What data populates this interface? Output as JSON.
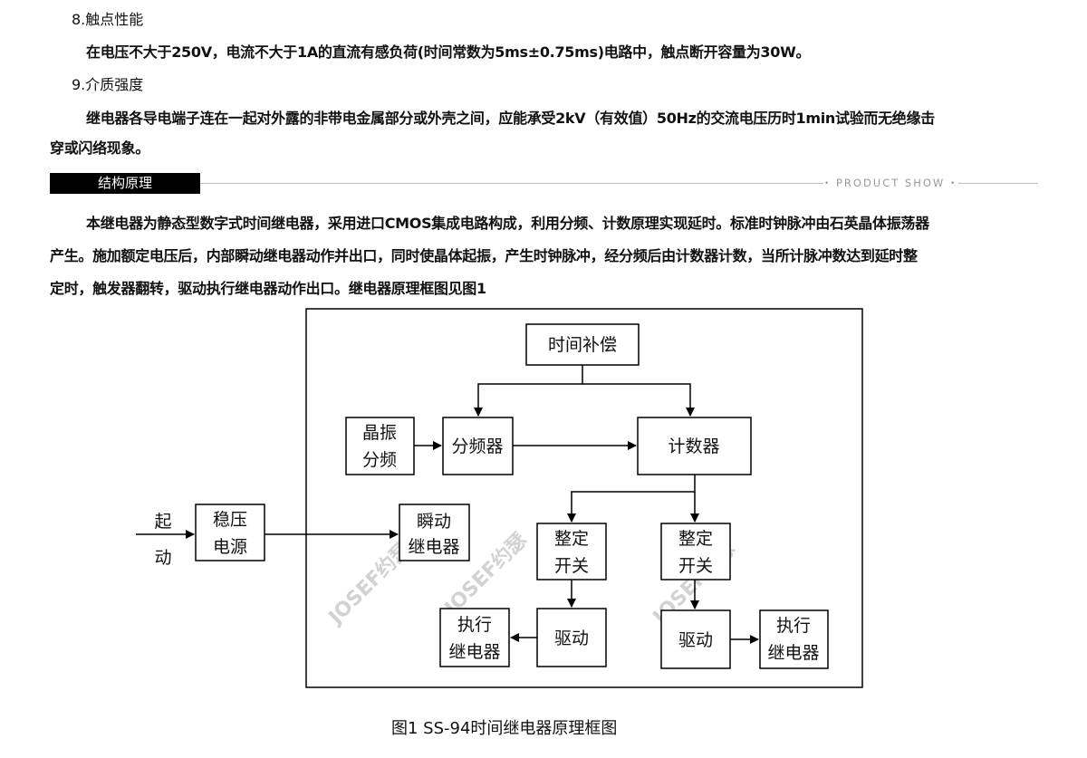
{
  "sections": {
    "s8": {
      "heading": "8.触点性能",
      "text": "在电压不大于250V，电流不大于1A的直流有感负荷(时间常数为5ms±0.75ms)电路中，触点断开容量为30W。"
    },
    "s9": {
      "heading": "9.介质强度",
      "line1": "继电器各导电端子连在一起对外露的非带电金属部分或外壳之间，应能承受2kV（有效值）50Hz的交流电压历时1min试验而无绝缘击",
      "line2": "穿或闪络现象。"
    }
  },
  "section_bar": {
    "label": "结构原理",
    "tag": "PRODUCT SHOW",
    "tag_dot": "•"
  },
  "principle": {
    "line1": "本继电器为静态型数字式时间继电器，采用进口CMOS集成电路构成，利用分频、计数原理实现延时。标准时钟脉冲由石英晶体振荡器",
    "line2": "产生。施加额定电压后，内部瞬动继电器动作并出口，同时使晶体起振，产生时钟脉冲，经分频后由计数器计数，当所计脉冲数达到延时整",
    "line3": "定时，触发器翻转，驱动执行继电器动作出口。继电器原理框图见图1"
  },
  "diagram": {
    "start_1": "起",
    "start_2": "动",
    "regulator_1": "稳压",
    "regulator_2": "电源",
    "time_comp": "时间补偿",
    "crystal_1": "晶振",
    "crystal_2": "分频",
    "divider": "分频器",
    "counter": "计数器",
    "instant_1": "瞬动",
    "instant_2": "继电器",
    "switch_1": "整定",
    "switch_2": "开关",
    "drive": "驱动",
    "exec_1": "执行",
    "exec_2": "继电器",
    "watermark": "JOSEF约瑟"
  },
  "caption": "图1  SS-94时间继电器原理框图"
}
